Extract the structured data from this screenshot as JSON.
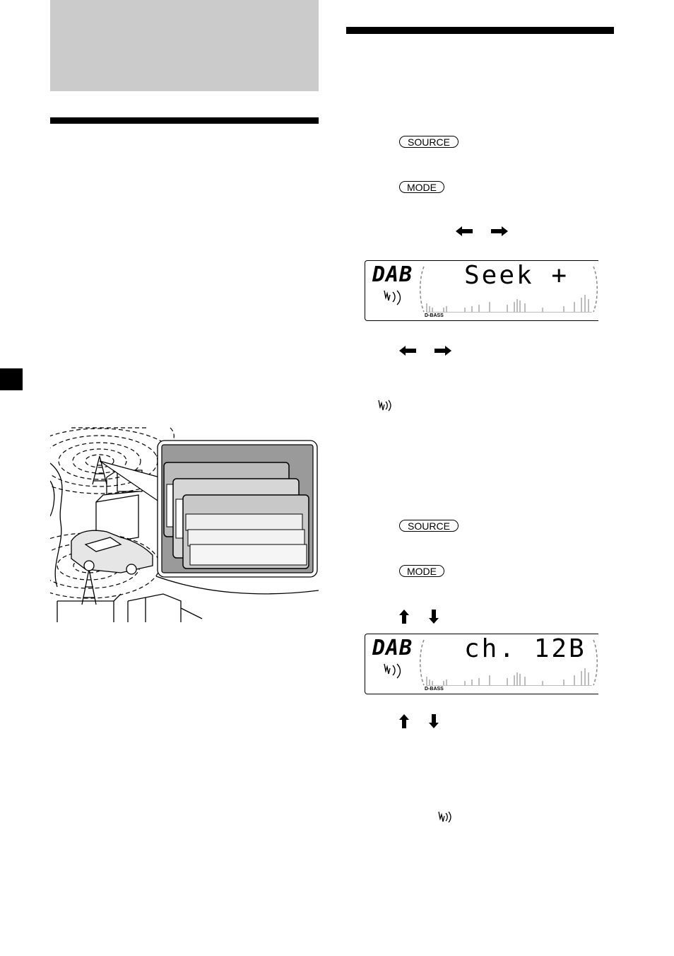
{
  "buttons": {
    "source_label": "SOURCE",
    "mode_label": "MODE"
  },
  "displays": {
    "seek": {
      "mode_text": "DAB",
      "main_text": "Seek +",
      "dbass_text": "D-BASS"
    },
    "channel": {
      "mode_text": "DAB",
      "main_text": "ch. 12B",
      "dbass_text": "D-BASS"
    }
  },
  "icons": {
    "arrow_left": "left-arrow-icon",
    "arrow_right": "right-arrow-icon",
    "arrow_up": "up-arrow-icon",
    "arrow_down": "down-arrow-icon",
    "signal": "dab-signal-icon"
  },
  "colors": {
    "header_block": "#cbcbcb",
    "illustration_panel": "#9a9a9a"
  }
}
